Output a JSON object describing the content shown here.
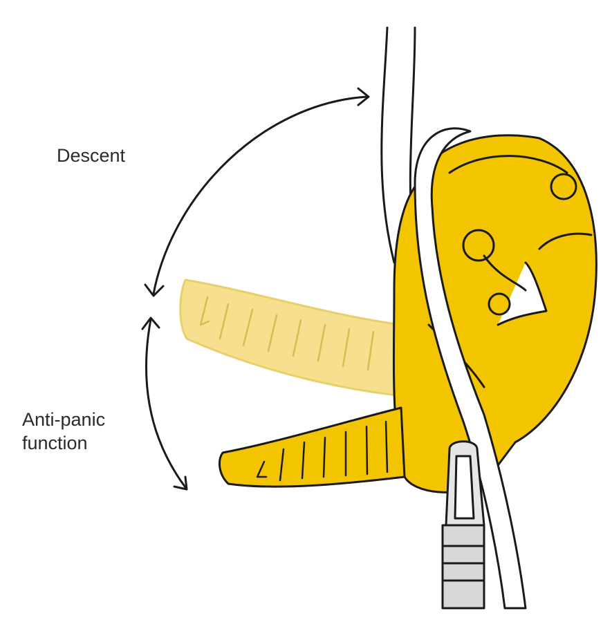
{
  "labels": {
    "descent": "Descent",
    "anti_panic_line1": "Anti-panic",
    "anti_panic_line2": "function"
  },
  "colors": {
    "device_yellow": "#f2c500",
    "handle_light": "#f6df8e",
    "outline": "#1a1a1a",
    "rope": "#ffffff"
  }
}
